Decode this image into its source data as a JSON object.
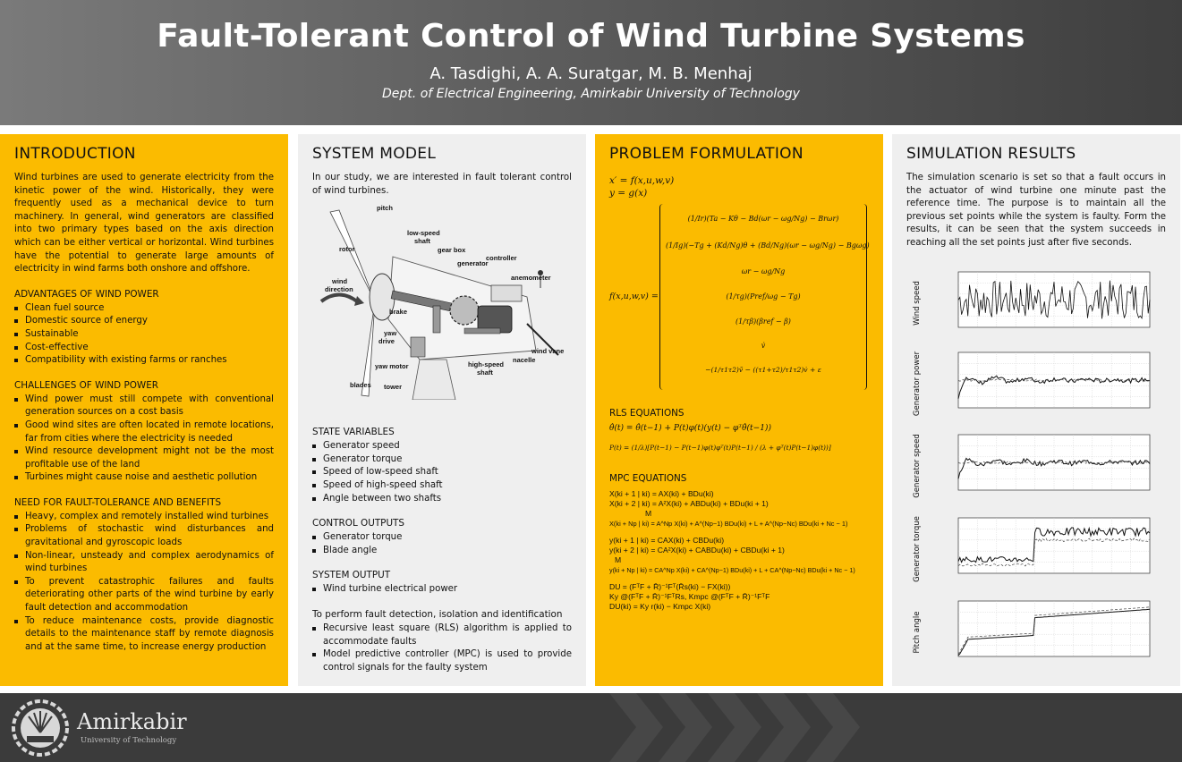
{
  "header": {
    "title": "Fault-Tolerant Control of Wind Turbine Systems",
    "authors": "A. Tasdighi, A. A. Suratgar, M. B. Menhaj",
    "dept": "Dept. of Electrical Engineering, Amirkabir University of Technology"
  },
  "intro": {
    "heading": "INTRODUCTION",
    "text": "Wind turbines are used to generate electricity from the kinetic power of the wind. Historically, they were frequently used as a mechanical device to turn machinery. In general, wind generators are classified into two primary types based on the axis direction which can be either vertical or horizontal. Wind turbines have the potential to generate large amounts of electricity in wind farms both onshore and offshore.",
    "adv_heading": "ADVANTAGES OF WIND POWER",
    "adv": [
      "Clean fuel source",
      "Domestic source of energy",
      "Sustainable",
      "Cost-effective",
      "Compatibility with existing farms or ranches"
    ],
    "chal_heading": "CHALLENGES OF WIND POWER",
    "chal": [
      "Wind power must still compete with conventional generation sources on a cost basis",
      "Good wind sites are often located in remote locations, far from cities where the electricity is needed",
      "Wind resource development might not be the most profitable use of the land",
      "Turbines might cause noise and aesthetic pollution"
    ],
    "need_heading": "NEED FOR FAULT-TOLERANCE AND BENEFITS",
    "need": [
      "Heavy, complex and remotely installed wind turbines",
      "Problems of stochastic wind disturbances and gravitational and gyroscopic loads",
      "Non-linear, unsteady and complex aerodynamics of wind turbines",
      "To prevent catastrophic failures and faults deteriorating other parts of the wind turbine by early fault detection and accommodation",
      "To reduce maintenance costs, provide diagnostic details to the maintenance staff by remote diagnosis and at the same time, to increase energy production"
    ]
  },
  "system": {
    "heading": "SYSTEM MODEL",
    "text": "In our study, we are interested in fault tolerant control of wind turbines.",
    "labels": {
      "pitch": "pitch",
      "lss": "low-speed",
      "lss2": "shaft",
      "gearbox": "gear box",
      "controller": "controller",
      "generator": "generator",
      "rotor": "rotor",
      "anemometer": "anemometer",
      "wind": "wind",
      "direction": "direction",
      "brake": "brake",
      "yaw": "yaw",
      "drive": "drive",
      "yawmotor": "yaw motor",
      "hss": "high-speed",
      "hss2": "shaft",
      "nacelle": "nacelle",
      "vane": "wind vane",
      "blades": "blades",
      "tower": "tower"
    },
    "state_heading": "STATE VARIABLES",
    "state": [
      "Generator speed",
      "Generator torque",
      "Speed of low-speed shaft",
      "Speed of high-speed shaft",
      "Angle between two shafts"
    ],
    "control_heading": "CONTROL OUTPUTS",
    "control": [
      "Generator torque",
      "Blade angle"
    ],
    "output_heading": "SYSTEM OUTPUT",
    "output": [
      "Wind turbine electrical power"
    ],
    "perform_heading": "To perform fault detection, isolation and identification",
    "perform": [
      "Recursive least square (RLS) algorithm is applied to accommodate faults",
      "Model predictive controller (MPC) is used to provide control signals for the faulty system"
    ]
  },
  "problem": {
    "heading": "PROBLEM FORMULATION",
    "eq1": "x′ = f(x,u,w,v)",
    "eq2": "y = g(x)",
    "fx": "f(x,u,w,v) =",
    "rows": [
      "(1/Ir)(Ta − Kθ − Bd(ωr − ωg/Ng) − Brωr)",
      "(1/Ig)(−Tg + (Kd/Ng)θ + (Bd/Ng)(ωr − ωg/Ng) − Bgωg)",
      "ωr − ωg/Ng",
      "(1/τg)(Pref/ωg − Tg)",
      "(1/τβ)(βref − β)",
      "v̇",
      "−(1/τ1τ2)ṽ − ((τ1+τ2)/τ1τ2)v̇ + ε"
    ],
    "rls_heading": "RLS EQUATIONS",
    "rls1": "θ̂(t) = θ̂(t−1) + P(t)φ(t)(y(t) − φᵀθ̂(t−1))",
    "rls2": "P(t) = (1/λ)[P(t−1) − P(t−1)φ(t)φᵀ(t)P(t−1) / (λ + φᵀ(t)P(t−1)φ(t))]",
    "mpc_heading": "MPC EQUATIONS",
    "mpc": [
      "X(ki + 1 | ki) = AX(ki) + BDu(ki)",
      "X(ki + 2 | ki) = A²X(ki) + ABDu(ki) + BDu(ki + 1)",
      "M",
      "X(ki + Np | ki) = A^Np X(ki) + A^(Np−1) BDu(ki) + L + A^(Np−Nc) BDu(ki + Nc − 1)",
      "y(ki + 1 | ki) = CAX(ki) + CBDu(ki)",
      "y(ki + 2 | ki) = CA²X(ki) + CABDu(ki) + CBDu(ki + 1)",
      "M",
      "y(ki + Np | ki) = CA^Np X(ki) + CA^(Np−1) BDu(ki) + L + CA^(Np−Nc) BDu(ki + Nc − 1)",
      "DU = (FᵀF + R̄)⁻¹Fᵀ(R̄s(ki) − FX(ki))",
      "Ky @(FᵀF + R̄)⁻¹FᵀRs, Kmpc @(FᵀF + R̄)⁻¹FᵀF",
      "DU(ki) = Ky r(ki) − Kmpc X(ki)"
    ]
  },
  "results": {
    "heading": "SIMULATION RESULTS",
    "text": "The simulation scenario is set so that a fault occurs in the actuator of wind turbine one minute past the reference time. The purpose is to maintain all the previous set points while the system is faulty. Form the results, it can be seen that the system succeeds in reaching all the set points just after five seconds.",
    "plots": [
      "Wind speed",
      "Generator power",
      "Generator speed",
      "Generator torque",
      "Pitch angle"
    ]
  },
  "footer": {
    "brand": "Amirkabir",
    "sub": "University of Technology"
  },
  "colors": {
    "yellow": "#fbbb00",
    "gray": "#efefef",
    "dark": "#3b3b3b"
  }
}
